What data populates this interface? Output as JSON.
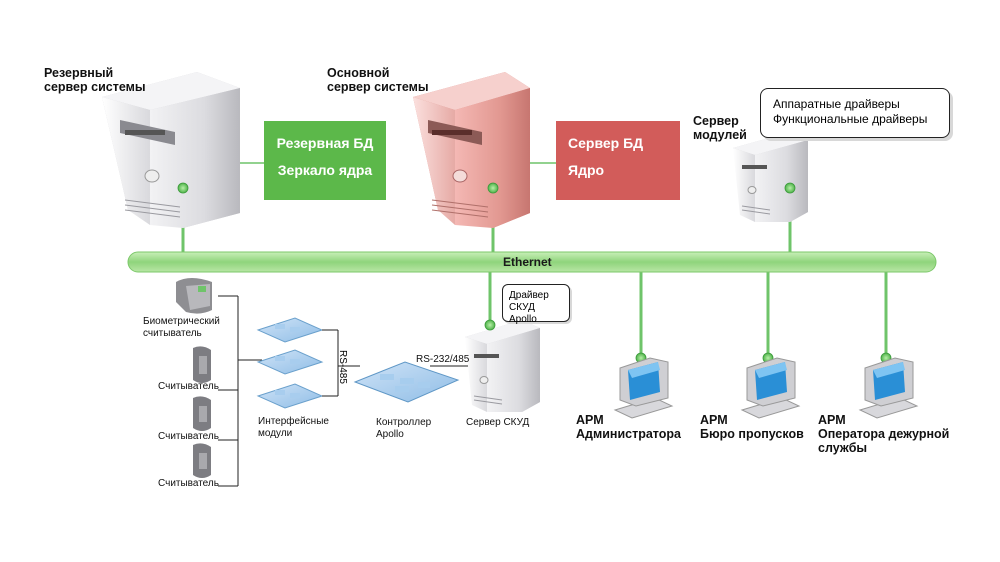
{
  "servers": {
    "backup_server": "Резервный\nсервер системы",
    "main_server": "Основной\nсервер системы",
    "module_server": "Сервер\nмодулей"
  },
  "boxes": {
    "backup_db": [
      "Резервная БД",
      "Зеркало ядра"
    ],
    "main_db": [
      "Сервер БД",
      "Ядро"
    ]
  },
  "callouts": {
    "drivers": [
      "Аппаратные драйверы",
      "Функциональные драйверы"
    ],
    "apollo_driver": [
      "Драйвер",
      "СКУД Apollo"
    ]
  },
  "network": {
    "ethernet": "Ethernet",
    "rs485": "RS-485",
    "rs232": "RS-232/485"
  },
  "devices": {
    "bio_reader": "Биометрический\nсчитыватель",
    "reader": "Считыватель",
    "interface_modules": "Интерфейсные\nмодули",
    "controller": "Контроллер\nApollo",
    "skud_server": "Сервер СКУД"
  },
  "workstations": {
    "admin": "АРМ\nАдминистратора",
    "badge": "АРМ\nБюро пропусков",
    "operator": "АРМ\nОператора дежурной\nслужбы"
  },
  "colors": {
    "green": "#5cb84a",
    "red": "#d25c5a",
    "link": "#6fc46a",
    "ethernet": "#9ed98a"
  }
}
